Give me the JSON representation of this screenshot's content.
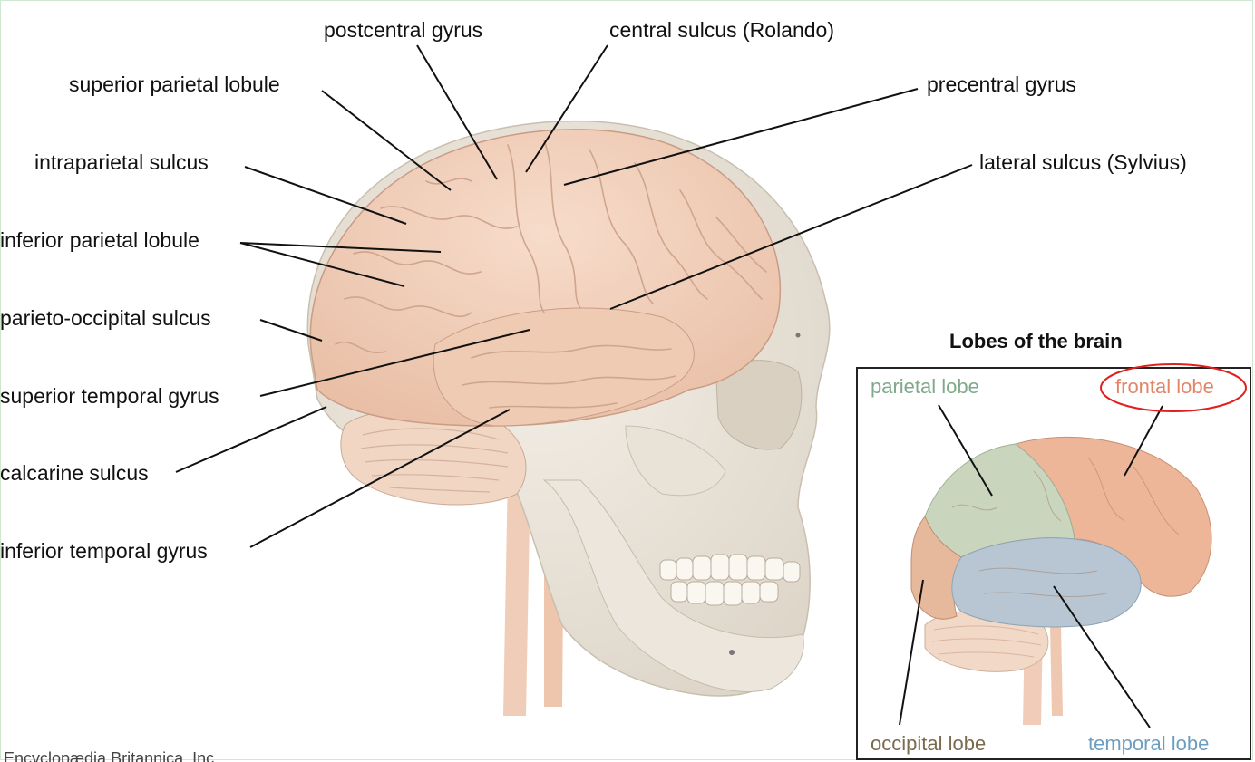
{
  "labels": {
    "postcentral_gyrus": "postcentral gyrus",
    "central_sulcus": "central sulcus (Rolando)",
    "superior_parietal_lobule": "superior parietal lobule",
    "precentral_gyrus": "precentral gyrus",
    "intraparietal_sulcus": "intraparietal sulcus",
    "lateral_sulcus": "lateral sulcus (Sylvius)",
    "inferior_parietal_lobule": "inferior parietal lobule",
    "parieto_occipital_sulcus": "parieto-occipital sulcus",
    "superior_temporal_gyrus": "superior temporal gyrus",
    "calcarine_sulcus": "calcarine sulcus",
    "inferior_temporal_gyrus": "inferior temporal gyrus"
  },
  "inset": {
    "title": "Lobes of the brain",
    "lobes": {
      "parietal": "parietal lobe",
      "frontal": "frontal lobe",
      "occipital": "occipital lobe",
      "temporal": "temporal lobe"
    },
    "colors": {
      "parietal": "#7fa98a",
      "frontal": "#e0876a",
      "occipital": "#7b6a4e",
      "temporal": "#6d9ec0",
      "highlight_ring": "#e0201c"
    }
  },
  "footer_cut": "Encyclopædia Britannica, Inc."
}
